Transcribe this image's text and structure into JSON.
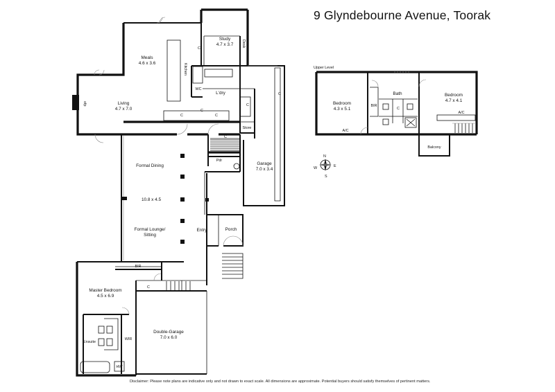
{
  "title": "9 Glyndebourne Avenue, Toorak",
  "disclaimer": "Disclaimer: Please note plans are indicative only and not drawn to exact scale. All dimensions are approximate. Potential buyers should satisfy themselves of pertinent matters.",
  "ground": {
    "meals": {
      "name": "Meals",
      "dim": "4.6 x 3.6"
    },
    "study": {
      "name": "Study",
      "dim": "4.7 x 3.7"
    },
    "desk": "Desk",
    "kitchen": "Kitchen",
    "wc": "WC",
    "ldry": "L'dry",
    "living": {
      "name": "Living",
      "dim": "4.7 x 7.0"
    },
    "ofp": "ofp",
    "store": "Store",
    "garage": {
      "name": "Garage",
      "dim": "7.0 x 3.4"
    },
    "pdr": "Pdr",
    "formal_dining": "Formal Dining",
    "formal_dim": "10.8 x 4.5",
    "formal_lounge_1": "Formal Lounge/",
    "formal_lounge_2": "Sitting",
    "entry": "Entry",
    "porch": "Porch",
    "bir": "BIR",
    "master": {
      "name": "Master Bedroom",
      "dim": "4.5 x 6.9"
    },
    "double_garage": {
      "name": "Double-Garage",
      "dim": "7.0 x 6.0"
    },
    "ensuite": "Ensuite",
    "wir": "WIR",
    "hw": "HW",
    "c": "C"
  },
  "upper": {
    "label": "Upper Level",
    "bed1": {
      "name": "Bedroom",
      "dim": "4.3 x 5.1"
    },
    "bath": "Bath",
    "bed2": {
      "name": "Bedroom",
      "dim": "4.7 x 4.1"
    },
    "bir": "BIR",
    "ac": "A/C",
    "balcony": "Balcony",
    "c": "C"
  },
  "compass": {
    "n": "N",
    "s": "S",
    "e": "E",
    "w": "W"
  }
}
